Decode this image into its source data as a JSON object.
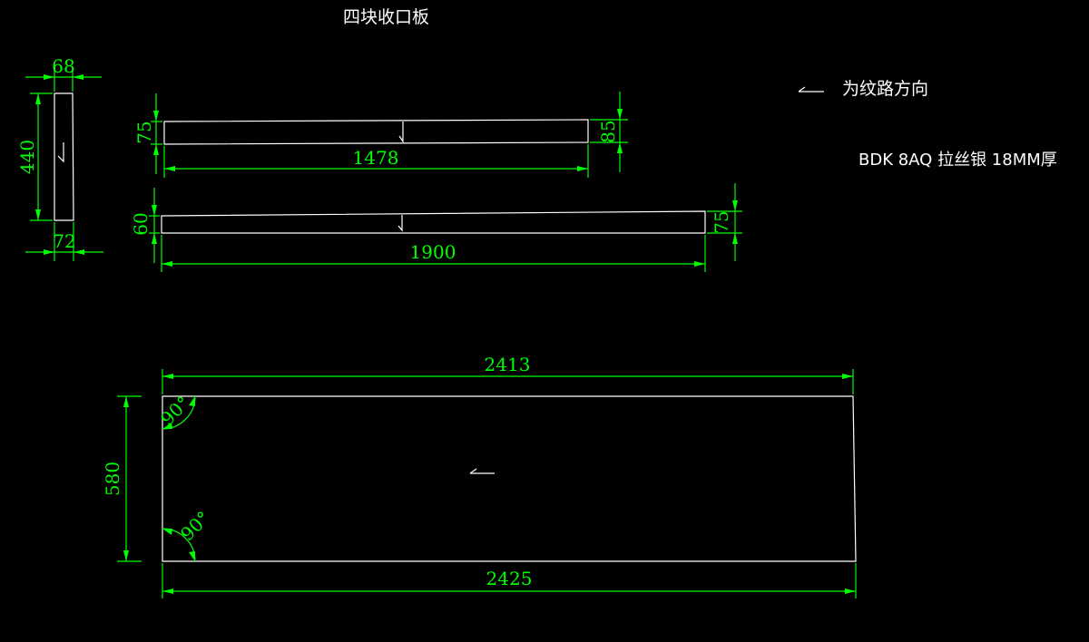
{
  "title": "四块收口板",
  "legend": {
    "text": "为纹路方向",
    "icon": "grain-direction-arrow-icon"
  },
  "material": "BDK 8AQ 拉丝银 18MM厚",
  "dimensions": {
    "small_panel": {
      "top_width": "68",
      "bottom_width": "72",
      "height": "440"
    },
    "panel_1478": {
      "length": "1478",
      "left_height": "75",
      "right_height": "85"
    },
    "panel_1900": {
      "length": "1900",
      "left_height": "60",
      "right_height": "75"
    },
    "large_panel": {
      "top_length": "2413",
      "bottom_length": "2425",
      "height": "580",
      "angle_top": "90°",
      "angle_bottom": "90°"
    }
  },
  "colors": {
    "background": "#000000",
    "outline": "#ffffff",
    "dimension": "#00ff00"
  }
}
